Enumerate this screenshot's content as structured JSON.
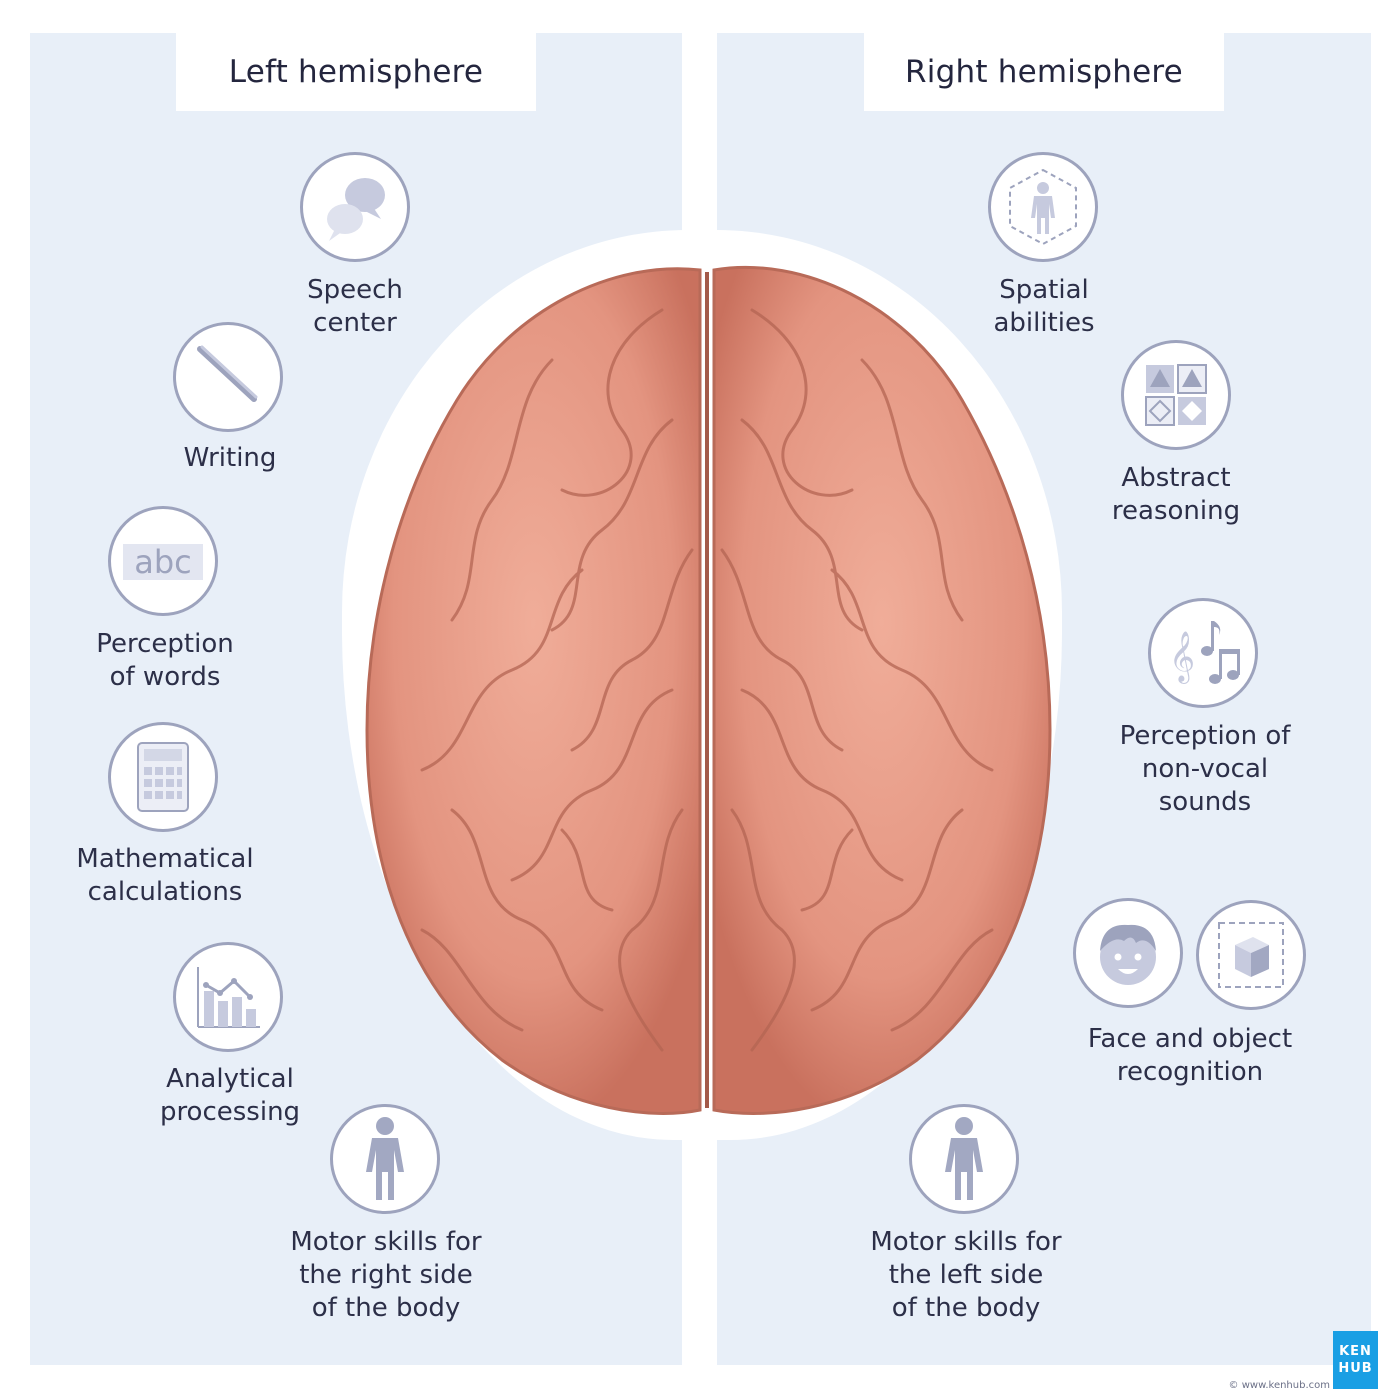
{
  "headers": {
    "left": "Left hemisphere",
    "right": "Right hemisphere"
  },
  "left_items": [
    {
      "label": "Speech\ncenter",
      "icon": "speech-bubbles-icon"
    },
    {
      "label": "Writing",
      "icon": "pen-icon"
    },
    {
      "label": "Perception\nof words",
      "icon": "abc-text-icon"
    },
    {
      "label": "Mathematical\ncalculations",
      "icon": "calculator-icon"
    },
    {
      "label": "Analytical\nprocessing",
      "icon": "bar-line-chart-icon"
    },
    {
      "label": "Motor skills for\nthe right side\nof the body",
      "icon": "human-figure-icon"
    }
  ],
  "right_items": [
    {
      "label": "Spatial\nabilities",
      "icon": "spatial-figure-icon"
    },
    {
      "label": "Abstract\nreasoning",
      "icon": "abstract-shapes-icon"
    },
    {
      "label": "Perception of\nnon-vocal\nsounds",
      "icon": "music-notes-icon"
    },
    {
      "label": "Face and object\nrecognition",
      "icons": [
        "face-icon",
        "cube-icon"
      ]
    },
    {
      "label": "Motor skills for\nthe left side\nof the body",
      "icon": "human-figure-icon"
    }
  ],
  "footer": {
    "logo_line1": "KEN",
    "logo_line2": "HUB",
    "url": "© www.kenhub.com"
  },
  "colors": {
    "panel": "#e8eff8",
    "icon_border": "#9da3bd",
    "icon_fill": "#c6cade",
    "brain": "#e59a86",
    "logo": "#1a9fe4"
  }
}
